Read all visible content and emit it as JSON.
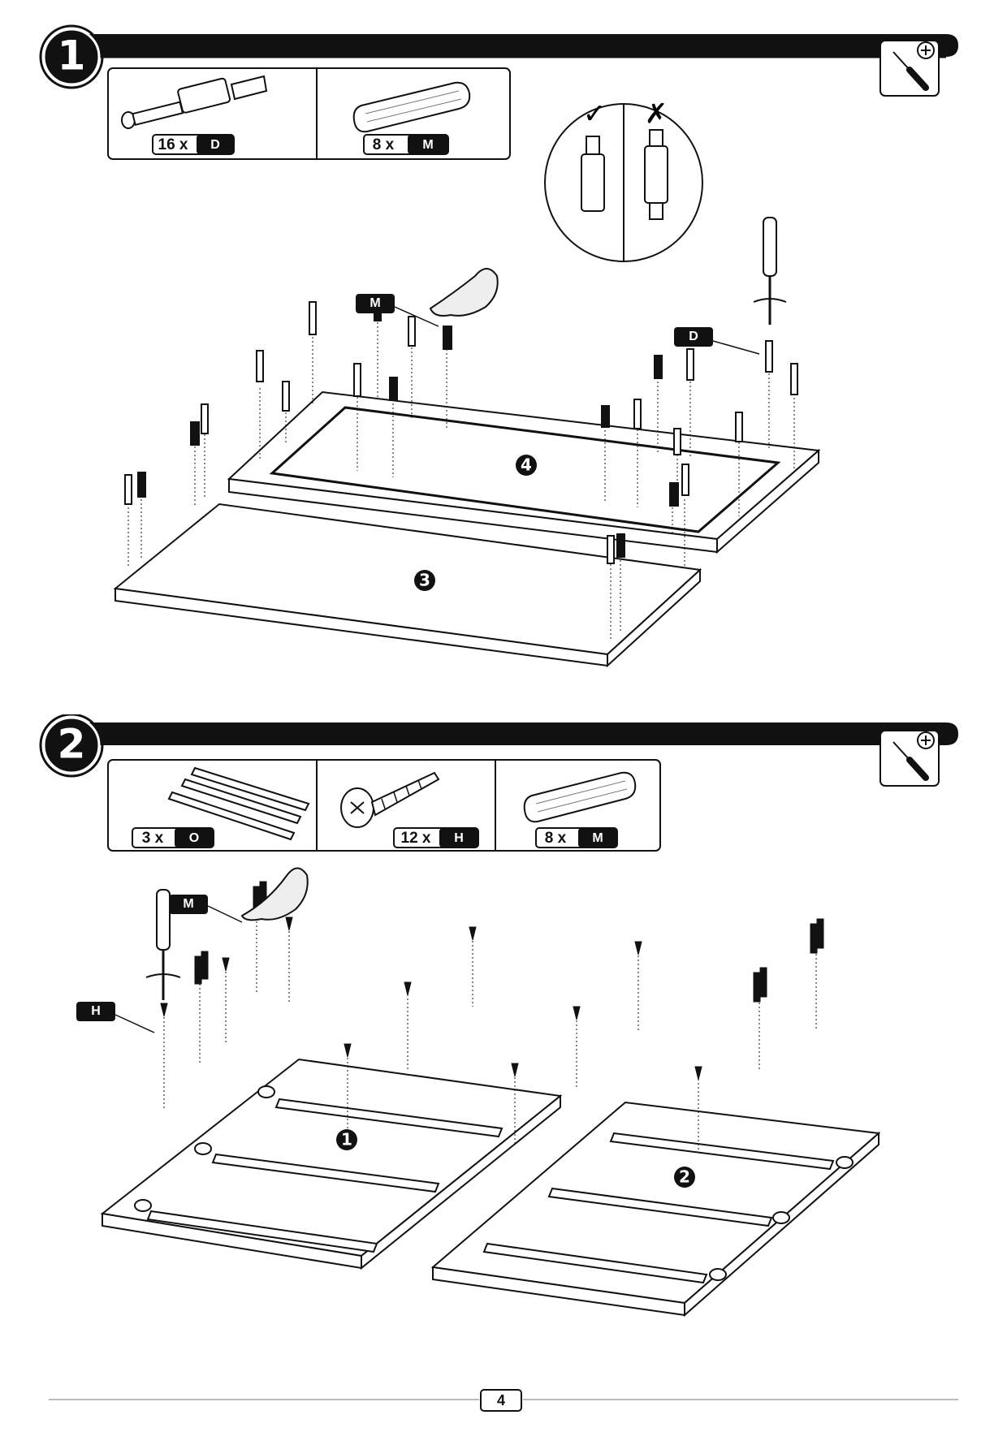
{
  "page_number": "4",
  "steps": [
    {
      "number": "1",
      "parts": [
        {
          "qty": "16 x",
          "code": "D",
          "icon": "cam-bolt-icon"
        },
        {
          "qty": "8 x",
          "code": "M",
          "icon": "wooden-dowel-icon"
        }
      ],
      "check_marks": {
        "correct": "✓",
        "wrong": "✗"
      },
      "callouts": {
        "dowel": "M",
        "bolt": "D"
      },
      "panels": [
        "4",
        "3"
      ],
      "tool_icon": "screwdriver-icon"
    },
    {
      "number": "2",
      "parts": [
        {
          "qty": "3 x",
          "code": "O",
          "icon": "drawer-runner-icon"
        },
        {
          "qty": "12 x",
          "code": "H",
          "icon": "screw-icon"
        },
        {
          "qty": "8 x",
          "code": "M",
          "icon": "wooden-dowel-icon"
        }
      ],
      "callouts": {
        "dowel": "M",
        "screw": "H"
      },
      "panels": [
        "1",
        "2"
      ],
      "tool_icon": "screwdriver-icon"
    }
  ]
}
